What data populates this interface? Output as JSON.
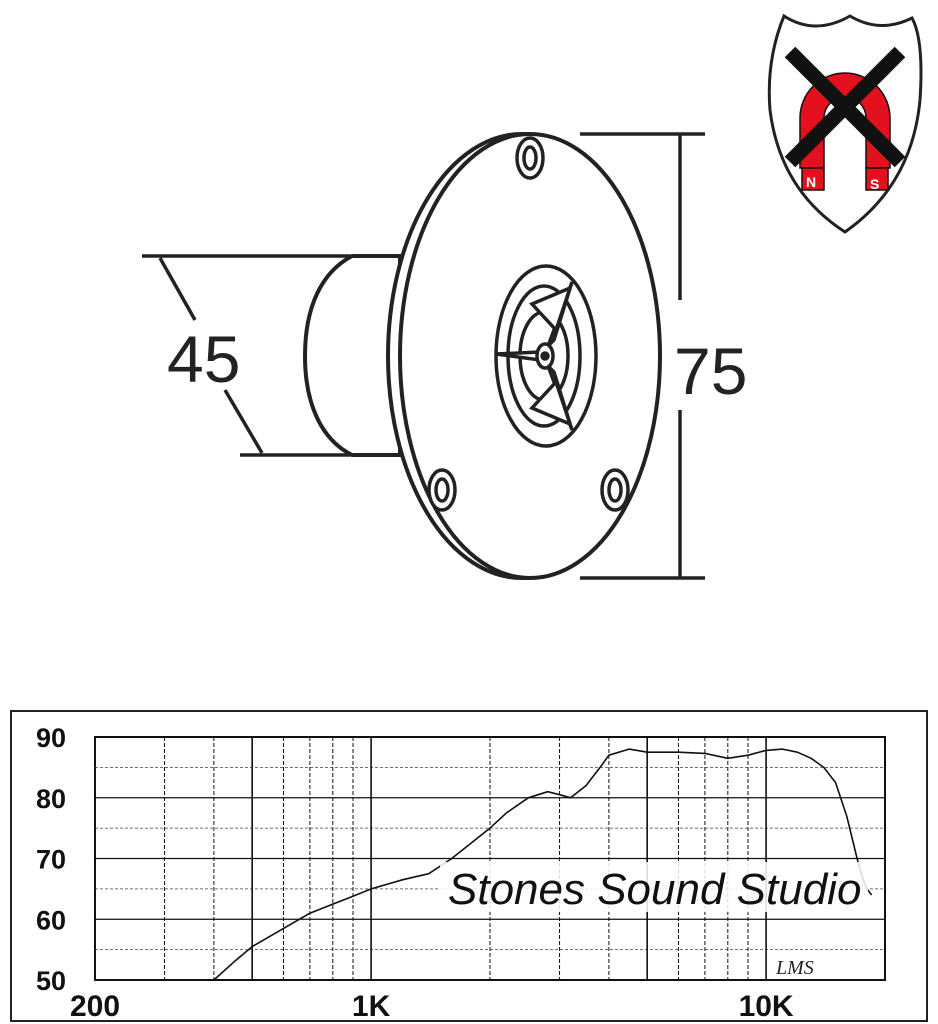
{
  "dimensions": {
    "depth_label": "45",
    "diameter_label": "75"
  },
  "badge": {
    "icon": "no-magnet-icon",
    "pole_left": "N",
    "pole_right": "S",
    "colors": {
      "magnet": "#e3101e",
      "cross": "#111111"
    }
  },
  "chart_data": {
    "type": "line",
    "x_scale": "log",
    "xlim": [
      200,
      20000
    ],
    "ylim": [
      50,
      90
    ],
    "x_tick_labels": [
      {
        "value": 200,
        "label": "200"
      },
      {
        "value": 1000,
        "label": "1K"
      },
      {
        "value": 10000,
        "label": "10K"
      }
    ],
    "y_tick_labels": [
      {
        "value": 90,
        "label": "90"
      },
      {
        "value": 80,
        "label": "80"
      },
      {
        "value": 70,
        "label": "70"
      },
      {
        "value": 60,
        "label": "60"
      },
      {
        "value": 50,
        "label": "50"
      }
    ],
    "grid": true,
    "series": [
      {
        "x": [
          400,
          450,
          500,
          600,
          700,
          800,
          900,
          1000,
          1200,
          1400,
          1600,
          2000,
          2200,
          2500,
          2800,
          3000,
          3200,
          3500,
          3800,
          4000,
          4500,
          5000,
          6000,
          7000,
          8000,
          9000,
          10000,
          11000,
          12000,
          13000,
          14000,
          15000,
          16000,
          17000,
          17500,
          18000,
          18500
        ],
        "y": [
          50,
          53,
          55.5,
          58.5,
          61,
          62.5,
          63.8,
          65,
          66.5,
          67.5,
          70,
          75,
          77.5,
          80,
          81,
          80.5,
          80,
          82,
          85,
          87,
          88,
          87.5,
          87.5,
          87.3,
          86.5,
          87,
          87.8,
          88,
          87.5,
          86.5,
          85,
          82.5,
          77,
          70,
          67,
          65,
          64
        ]
      }
    ],
    "annotations": [
      "Stones Sound Studio",
      "LMS"
    ]
  }
}
